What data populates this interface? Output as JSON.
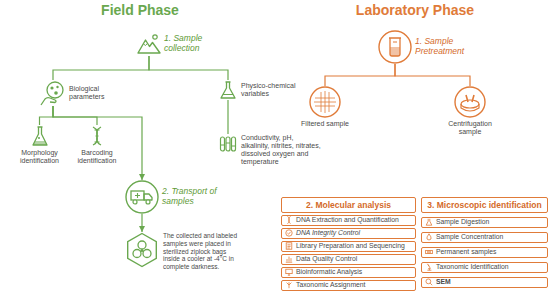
{
  "diagram": {
    "nodes": [
      {
        "text": [
          "1. Sample collection"
        ]
      },
      {
        "text": [
          "Biological parameters"
        ]
      },
      {
        "text": [
          "Physico-chemical variables"
        ]
      },
      {
        "text": [
          "Morphology identification"
        ]
      },
      {
        "text": [
          "Barcoding identification"
        ]
      },
      {
        "text": [
          "Conductivity, pH, alkalinity, nitrites, nitrates, dissolved oxygen and temperature"
        ]
      },
      {
        "text": [
          "2. Transport of samples"
        ]
      },
      {
        "text": [
          "The collected and labeled samples were placed in sterilized ziplock bags inside a cooler at -4°C in complete darkness."
        ]
      },
      {
        "text": [
          "1. Sample Pretreatment"
        ]
      },
      {
        "text": [
          "Filtered sample"
        ]
      },
      {
        "text": [
          "Centrifugation sample"
        ]
      },
      {
        "text": [
          "2. Molecular analysis"
        ]
      },
      {
        "text": [
          "DNA Extraction and Quantification"
        ]
      },
      {
        "text": [
          "DNA Integrity Control"
        ]
      },
      {
        "text": [
          "Library Preparation and Sequencing"
        ]
      },
      {
        "text": [
          "Data Quality Control"
        ]
      },
      {
        "text": [
          "Bioinformatic Analysis"
        ]
      },
      {
        "text": [
          "Taxonomic Assignment"
        ]
      },
      {
        "text": [
          "3. Microscopic identification"
        ]
      },
      {
        "text": [
          "Sample Digestion"
        ]
      },
      {
        "text": [
          "Sample Concentration"
        ]
      },
      {
        "text": [
          "Permanent samples"
        ]
      },
      {
        "text": [
          "Taxonomic Identification"
        ]
      },
      {
        "text": [
          "SEM"
        ]
      }
    ],
    "edges": [
      {
        "from": 0,
        "to": 1,
        "arrow": "none"
      },
      {
        "from": 0,
        "to": 2,
        "arrow": "none"
      },
      {
        "from": 1,
        "to": 3,
        "arrow": "none"
      },
      {
        "from": 1,
        "to": 4,
        "arrow": "none"
      },
      {
        "from": 2,
        "to": 5,
        "arrow": "none"
      },
      {
        "from": 1,
        "to": 6,
        "arrow": "to"
      },
      {
        "from": 6,
        "to": 7,
        "arrow": "to"
      },
      {
        "from": 8,
        "to": 9,
        "arrow": "none"
      },
      {
        "from": 8,
        "to": 10,
        "arrow": "none"
      }
    ],
    "labels": [
      "Field Phase",
      "Laboratory Phase"
    ]
  }
}
